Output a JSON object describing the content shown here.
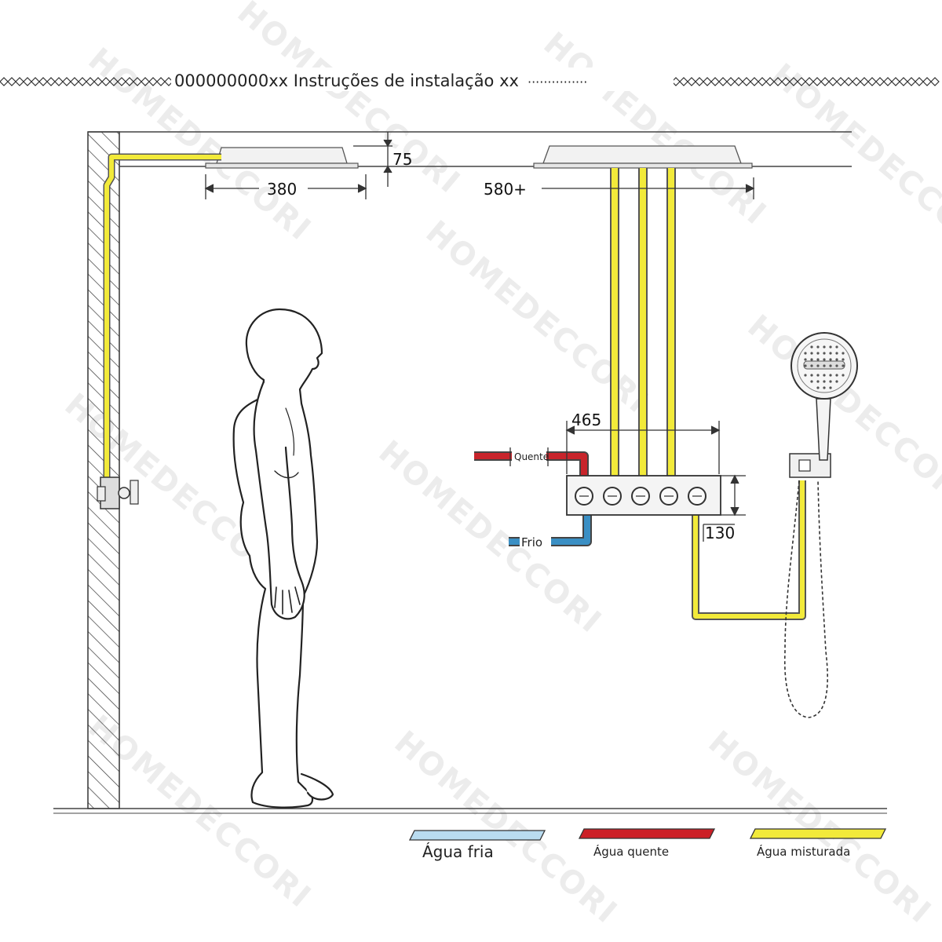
{
  "header": {
    "title": "000000000xx Instruções de instalação xx",
    "title_tail": "···············"
  },
  "dimensions": {
    "ceiling_drop": "75",
    "small_head_width": "380",
    "large_head_width": "580+",
    "valve_width": "465",
    "valve_height": "130"
  },
  "pipe_labels": {
    "hot": "Quente",
    "cold": "Frio"
  },
  "legend": [
    {
      "label": "Água fria",
      "color": "#b9dcf0"
    },
    {
      "label": "Água quente",
      "color": "#cc1f26"
    },
    {
      "label": "Água misturada",
      "color": "#f2ea3a"
    }
  ],
  "colors": {
    "cold": "#3a8fc4",
    "hot": "#c8242b",
    "mixed": "#f2ea3a",
    "line": "#333333"
  },
  "watermark": "HOMEDECCORI"
}
